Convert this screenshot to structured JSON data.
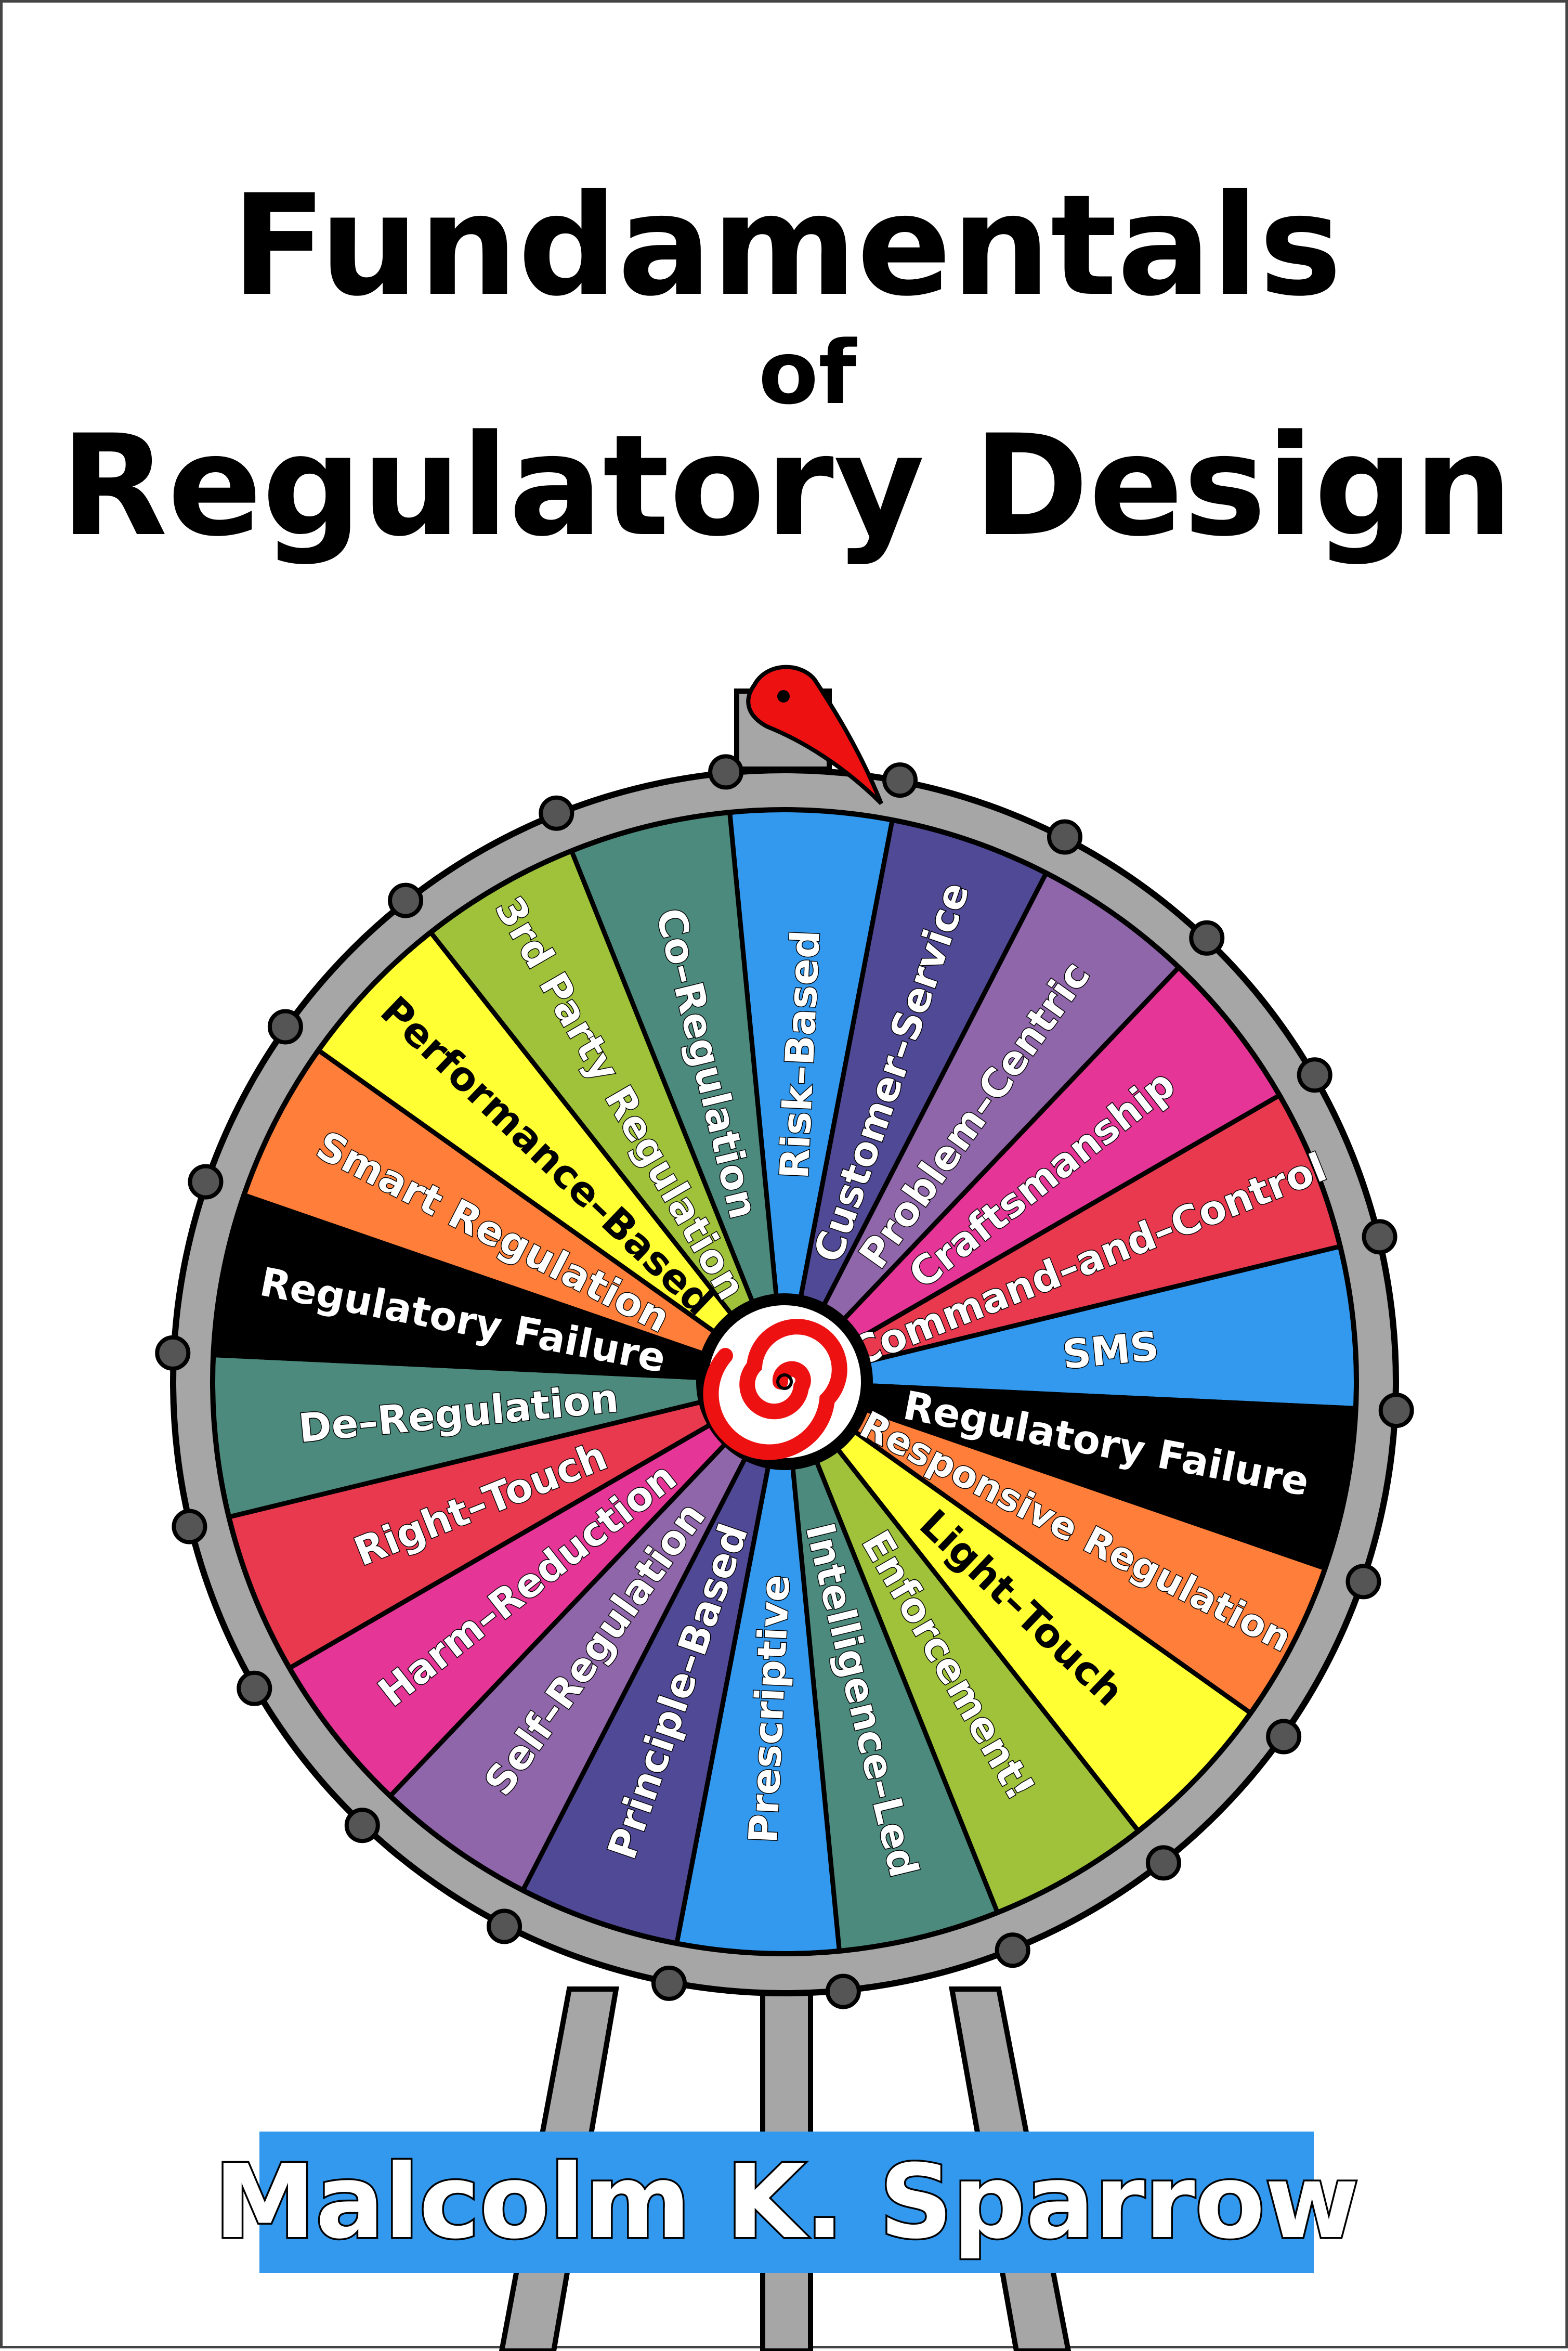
{
  "cover": {
    "title_line_1": "Fundamentals",
    "title_line_2": "of",
    "title_line_3": "Regulatory Design",
    "author": "Malcolm K. Sparrow"
  },
  "wheel": {
    "rim_color": "#a6a6a6",
    "pointer_color": "#ee1111",
    "slices": [
      {
        "label": "Risk–Based",
        "color": "#3399ee"
      },
      {
        "label": "Customer–Service",
        "color": "#4f4996"
      },
      {
        "label": "Problem–Centric",
        "color": "#9066aa"
      },
      {
        "label": "Craftsmanship",
        "color": "#e53597"
      },
      {
        "label": "Command–and–Control",
        "color": "#e8394f"
      },
      {
        "label": "SMS",
        "color": "#3399ee"
      },
      {
        "label": "Regulatory Failure",
        "color": "#000000"
      },
      {
        "label": "Responsive Regulation",
        "color": "#ff7f3a"
      },
      {
        "label": "Light–Touch",
        "color": "#ffff33"
      },
      {
        "label": "Enforcement!",
        "color": "#a0c23a"
      },
      {
        "label": "Intelligence–Led",
        "color": "#4c8a7e"
      },
      {
        "label": "Prescriptive",
        "color": "#3399ee"
      },
      {
        "label": "Principle–Based",
        "color": "#4f4996"
      },
      {
        "label": "Self–Regulation",
        "color": "#9066aa"
      },
      {
        "label": "Harm–Reduction",
        "color": "#e53597"
      },
      {
        "label": "Right–Touch",
        "color": "#e8394f"
      },
      {
        "label": "De–Regulation",
        "color": "#4c8a7e"
      },
      {
        "label": "Regulatory Failure",
        "color": "#000000"
      },
      {
        "label": "Smart Regulation",
        "color": "#ff7f3a"
      },
      {
        "label": "Performance–Based",
        "color": "#ffff33"
      },
      {
        "label": "3rd Party Regulation",
        "color": "#a0c23a"
      },
      {
        "label": "Co–Regulation",
        "color": "#4c8a7e"
      }
    ]
  }
}
